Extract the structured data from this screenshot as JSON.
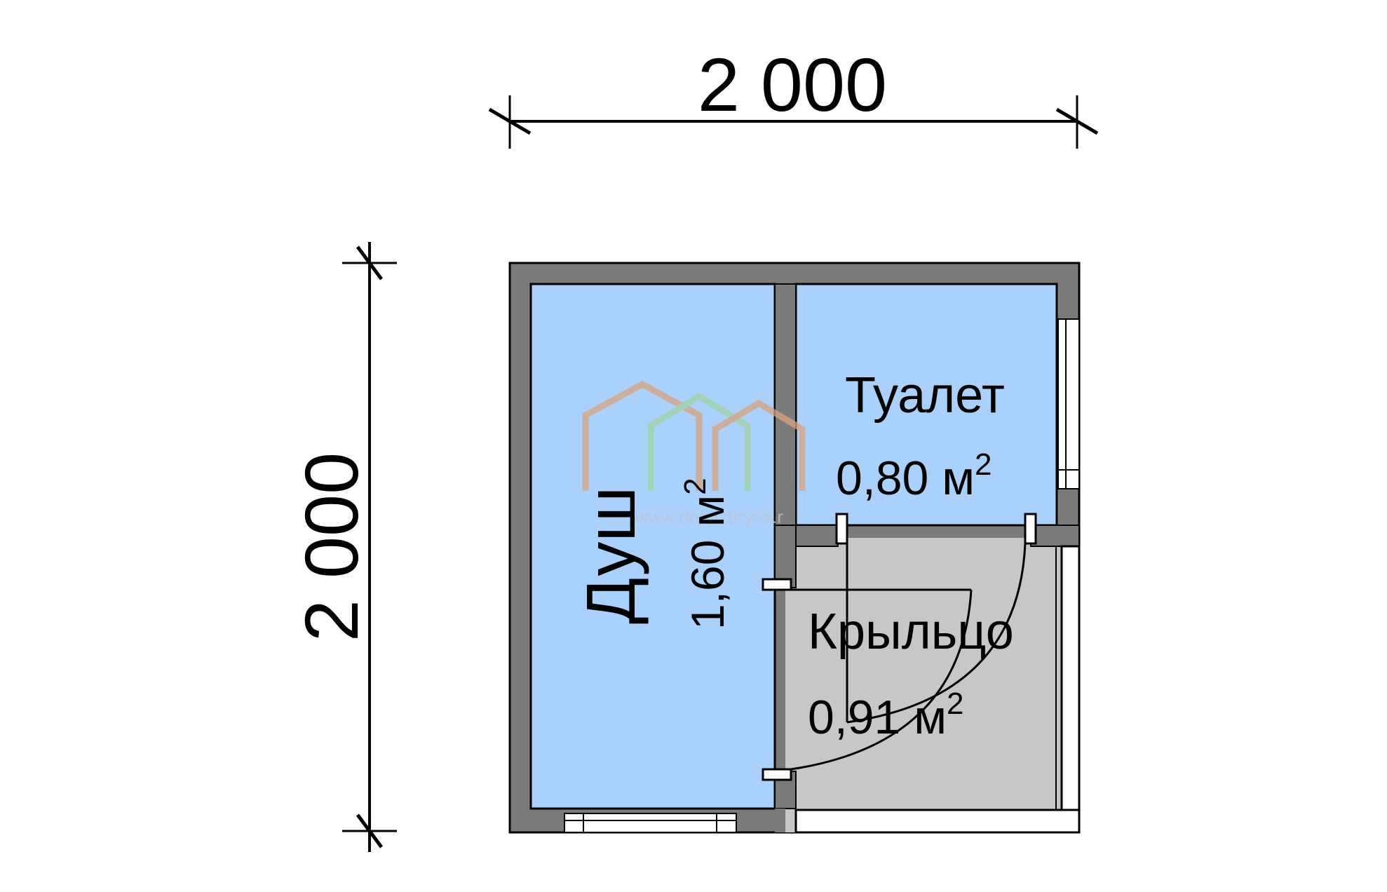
{
  "dimensions": {
    "width_label": "2 000",
    "height_label": "2 000"
  },
  "rooms": [
    {
      "name": "Душ",
      "area_value": "1,60 м",
      "area_sup": "2"
    },
    {
      "name": "Туалет",
      "area_value": "0,80 м",
      "area_sup": "2"
    },
    {
      "name": "Крыльцо",
      "area_value": "0,91 м",
      "area_sup": "2"
    }
  ],
  "watermark": {
    "text": "www.domizbrysa.r"
  },
  "colors": {
    "room_fill": "#aad1fb",
    "porch_fill": "#c7c7c7",
    "wall": "#7a7a7a",
    "line": "#000000",
    "watermark_orange": "#d9a27c",
    "watermark_green": "#9fd3a4"
  }
}
